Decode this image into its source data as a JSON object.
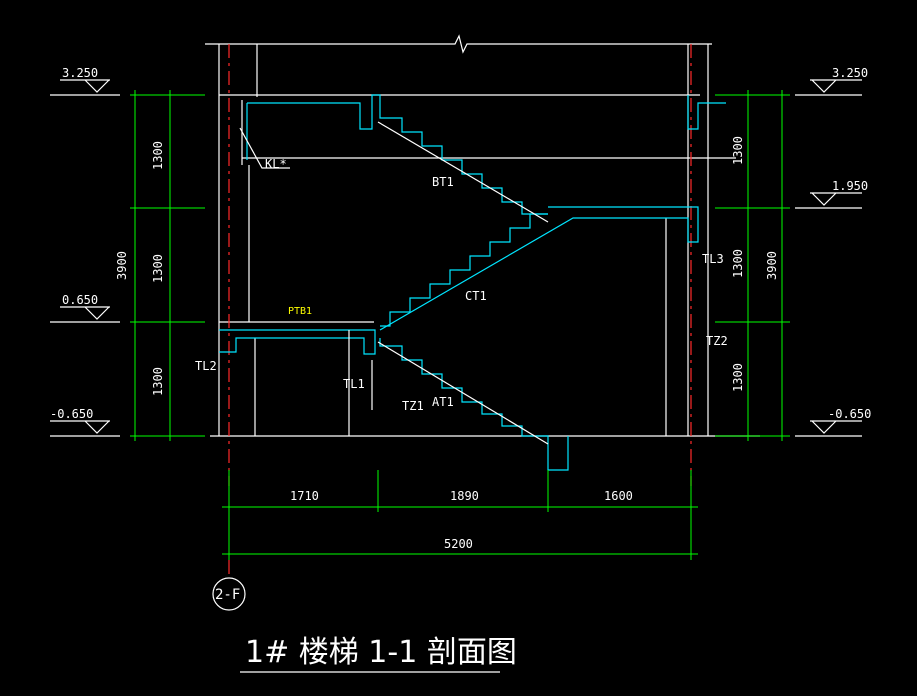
{
  "title": "1# 楼梯 1-1 剖面图",
  "axis_label": "2-F",
  "elevations": {
    "top_left": "3.250",
    "top_right": "3.250",
    "mid_right": "1.950",
    "mid_left": "0.650",
    "bottom_left": "-0.650",
    "bottom_right": "-0.650"
  },
  "dimensions": {
    "left_total": "3900",
    "right_total": "3900",
    "left_segments": [
      "1300",
      "1300",
      "1300"
    ],
    "right_segments": [
      "1300",
      "1300",
      "1300"
    ],
    "horizontal": [
      "1710",
      "1890",
      "1600"
    ],
    "overall": "5200"
  },
  "labels": {
    "kl": "KL*",
    "bt1": "BT1",
    "ct1": "CT1",
    "at1": "AT1",
    "ptb1": "PTB1",
    "tl1": "TL1",
    "tl2": "TL2",
    "tl3": "TL3",
    "tz1": "TZ1",
    "tz2": "TZ2"
  },
  "colors": {
    "background": "#000000",
    "structure": "#ffffff",
    "stair": "#00e5ff",
    "dimension": "#00ff00",
    "axis": "#ff2a2a",
    "slab_label": "#ffff00"
  }
}
